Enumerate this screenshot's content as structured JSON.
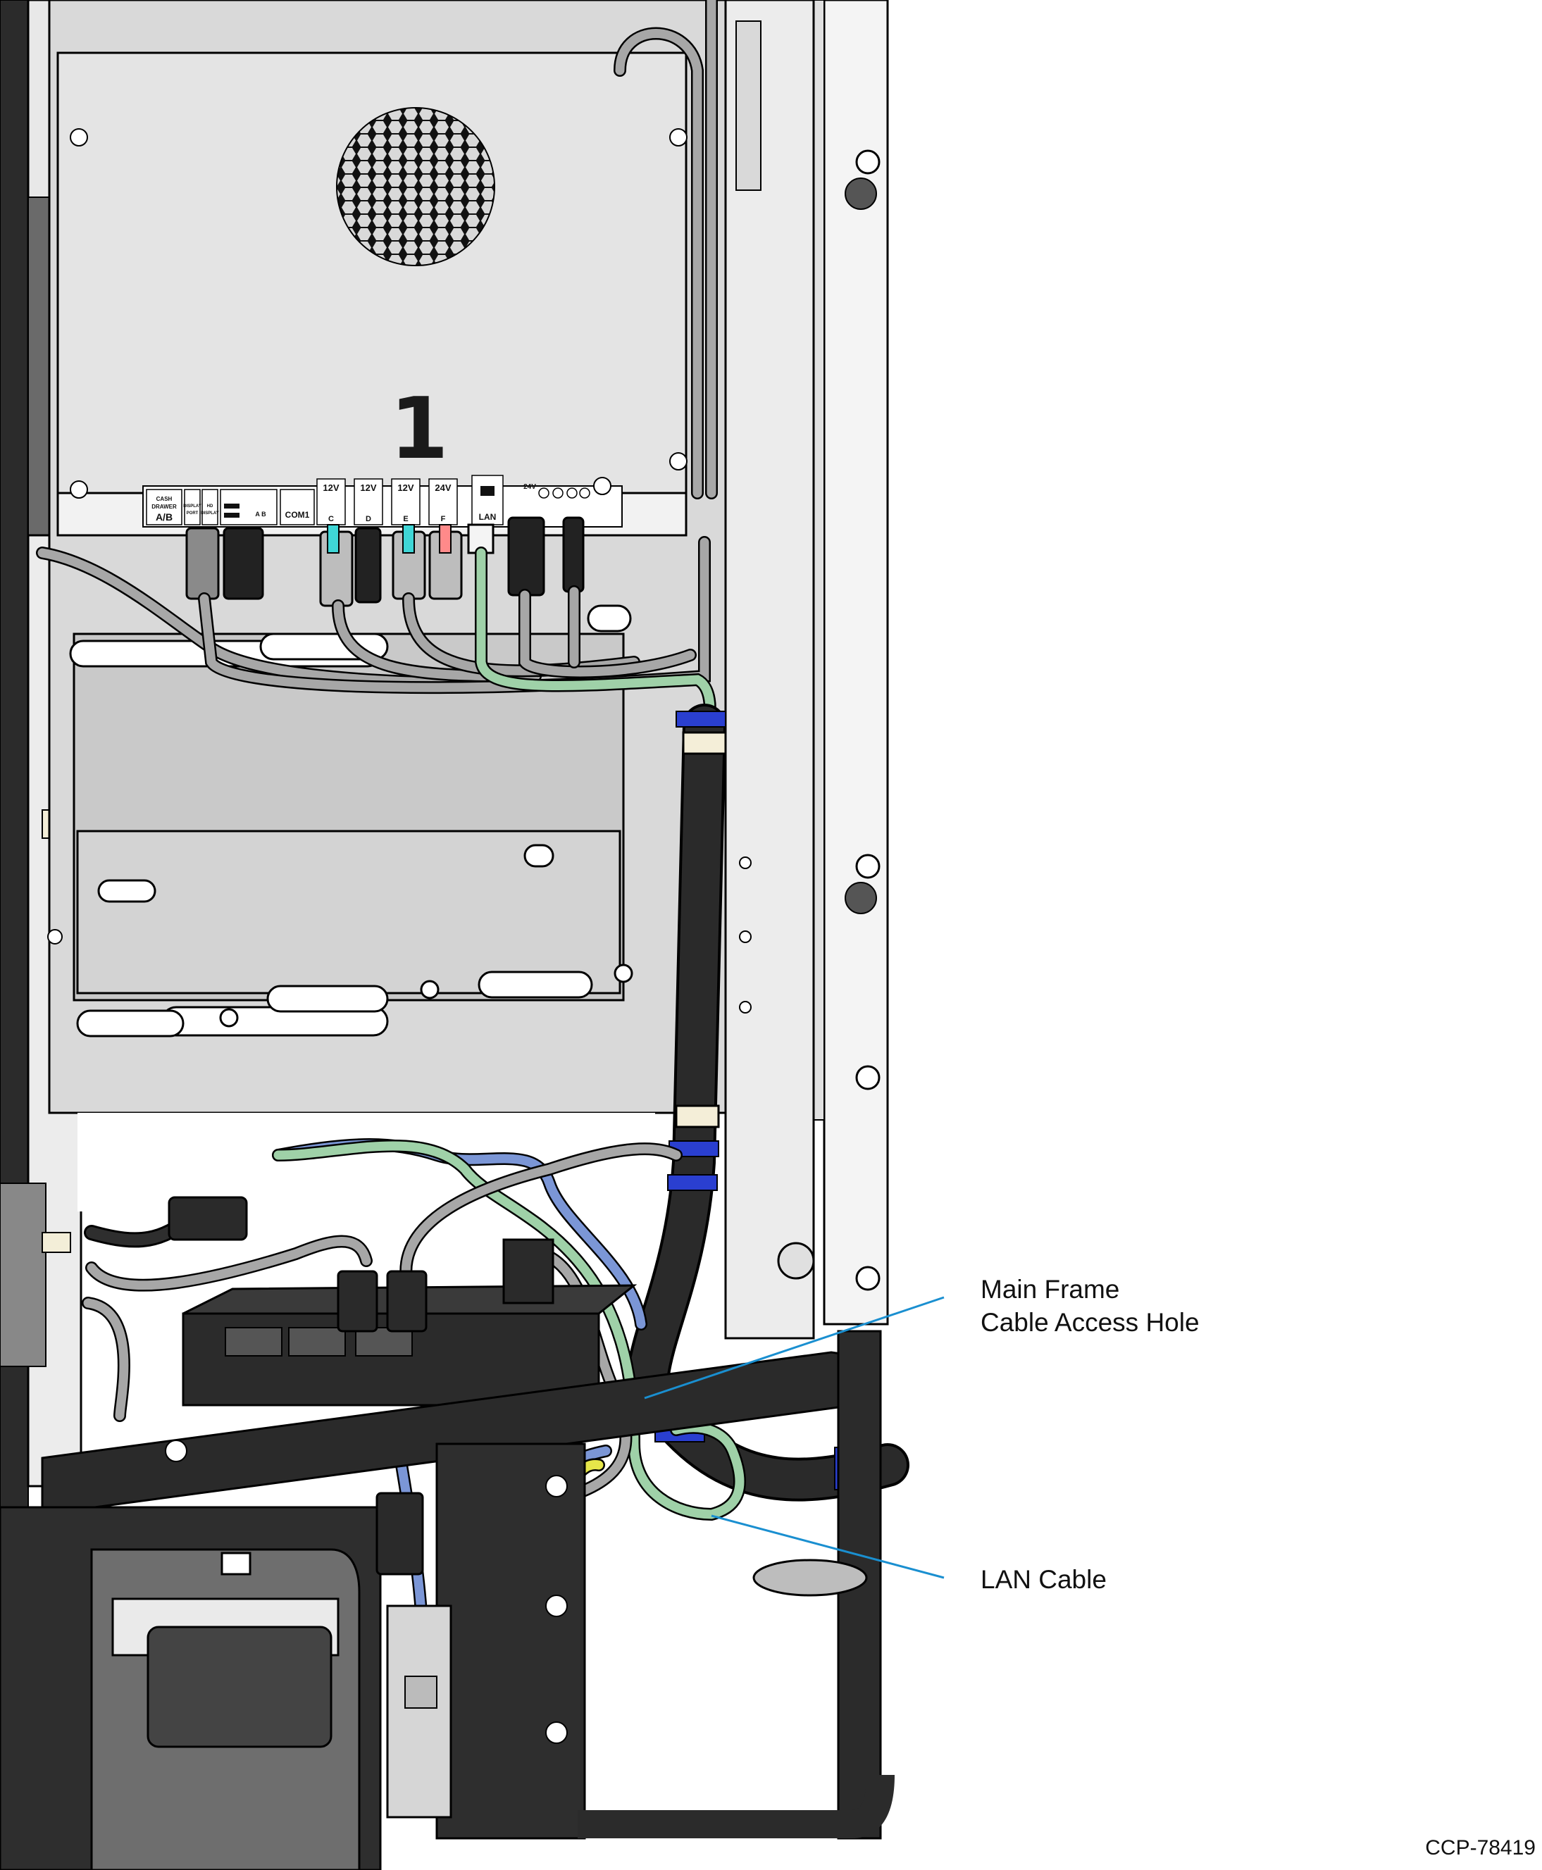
{
  "figure": {
    "figure_id": "CCP-78419",
    "step_number": "1"
  },
  "callouts": [
    {
      "label_line1": "Main Frame",
      "label_line2": "Cable Access Hole"
    },
    {
      "label_line1": "LAN Cable",
      "label_line2": ""
    }
  ],
  "ports": [
    {
      "line1": "CASH",
      "line2": "DRAWER",
      "line3": "A/B"
    },
    {
      "line1": "DISPLAY",
      "line2": "PORT",
      "line3": ""
    },
    {
      "line1": "HD",
      "line2": "DISPLAY",
      "line3": ""
    },
    {
      "line1": "",
      "line2": "",
      "line3": "A B"
    },
    {
      "line1": "",
      "line2": "",
      "line3": "COM1"
    },
    {
      "line1": "12V",
      "line2": "",
      "line3": "C"
    },
    {
      "line1": "12V",
      "line2": "",
      "line3": "D"
    },
    {
      "line1": "12V",
      "line2": "",
      "line3": "E"
    },
    {
      "line1": "24V",
      "line2": "",
      "line3": "F"
    },
    {
      "line1": "",
      "line2": "",
      "line3": "LAN"
    },
    {
      "line1": "24V",
      "line2": "",
      "line3": ""
    }
  ],
  "colors": {
    "accent_callout_line": "#1a8fd0",
    "lan_cable": "#9fd1a8",
    "power_cable_blue": "#7b96d6",
    "ground_yellow": "#e6e64a",
    "cable_gray": "#a7a7a7",
    "black_conduit": "#2a2a2a",
    "tie_blue": "#2a3fd0",
    "cyan_plug": "#3fd6d6",
    "red_plug": "#ff8a8a"
  }
}
